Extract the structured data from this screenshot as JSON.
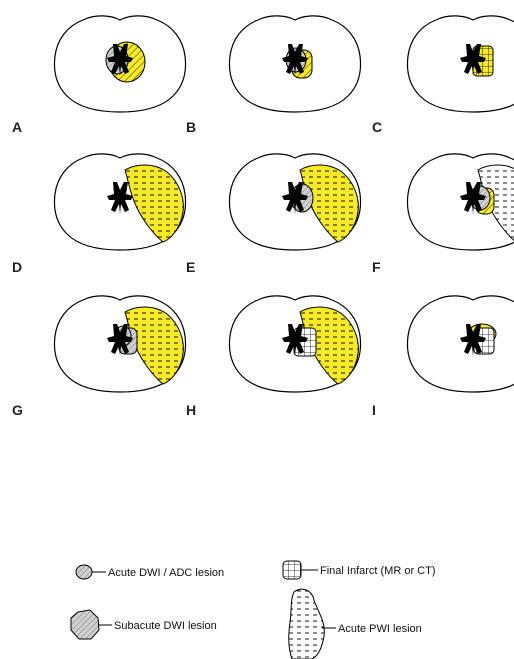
{
  "panels": [
    {
      "id": "A",
      "label": "A"
    },
    {
      "id": "B",
      "label": "B"
    },
    {
      "id": "C",
      "label": "C"
    },
    {
      "id": "D",
      "label": "D"
    },
    {
      "id": "E",
      "label": "E"
    },
    {
      "id": "F",
      "label": "F"
    },
    {
      "id": "G",
      "label": "G"
    },
    {
      "id": "H",
      "label": "H"
    },
    {
      "id": "I",
      "label": "I"
    }
  ],
  "legend": {
    "acute_dwi": "Acute DWI / ADC lesion",
    "subacute_dwi": "Subacute DWI lesion",
    "final_infarct": "Final Infarct (MR or CT)",
    "acute_pwi": "Acute PWI lesion"
  },
  "colors": {
    "pwi_fill": "#f5e92a",
    "lesion_grey": "#c8c8c8",
    "outline": "#000000"
  }
}
